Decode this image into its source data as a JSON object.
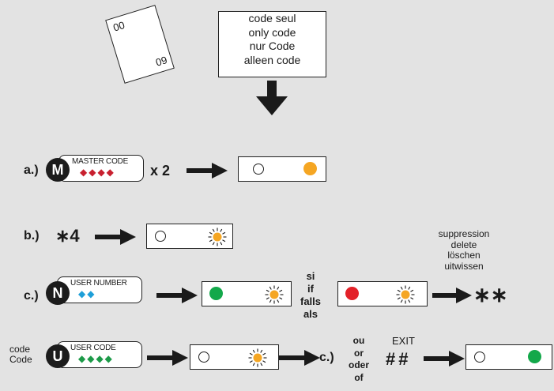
{
  "card": {
    "top_value": "00",
    "bottom_value": "09"
  },
  "info_box": {
    "lines": [
      "code seul",
      "only code",
      "nur Code",
      "alleen code"
    ]
  },
  "steps": {
    "a": {
      "label": "a.)",
      "keyfob_label": "MASTER CODE",
      "badge": "M",
      "dots": "◆◆◆◆",
      "multiplier": "x 2"
    },
    "b": {
      "label": "b.)",
      "key_text": "∗4"
    },
    "c": {
      "label": "c.)",
      "keyfob_label": "USER NUMBER",
      "badge": "N",
      "dots": "◆◆",
      "conditional": [
        "si",
        "if",
        "falls",
        "als"
      ],
      "delete_lines": [
        "suppression",
        "delete",
        "löschen",
        "uitwissen"
      ],
      "delete_keys": "∗∗"
    },
    "u": {
      "side_label": [
        "code",
        "Code"
      ],
      "keyfob_label": "USER CODE",
      "badge": "U",
      "dots": "◆◆◆◆",
      "goto": "c.)",
      "or_lines": [
        "ou",
        "or",
        "oder",
        "of"
      ],
      "exit_label": "EXIT",
      "exit_keys": "##"
    }
  },
  "colors": {
    "orange": "#f5a623",
    "green": "#13a84a",
    "red": "#e32129",
    "master_dots": "#c8202f",
    "user_number_dots": "#1e9fd8",
    "user_code_dots": "#1c9a48",
    "background": "#e3e3e3"
  },
  "icons": [
    "down-arrow-icon",
    "right-arrow-icon",
    "blinking-led-icon",
    "led-off-icon"
  ]
}
